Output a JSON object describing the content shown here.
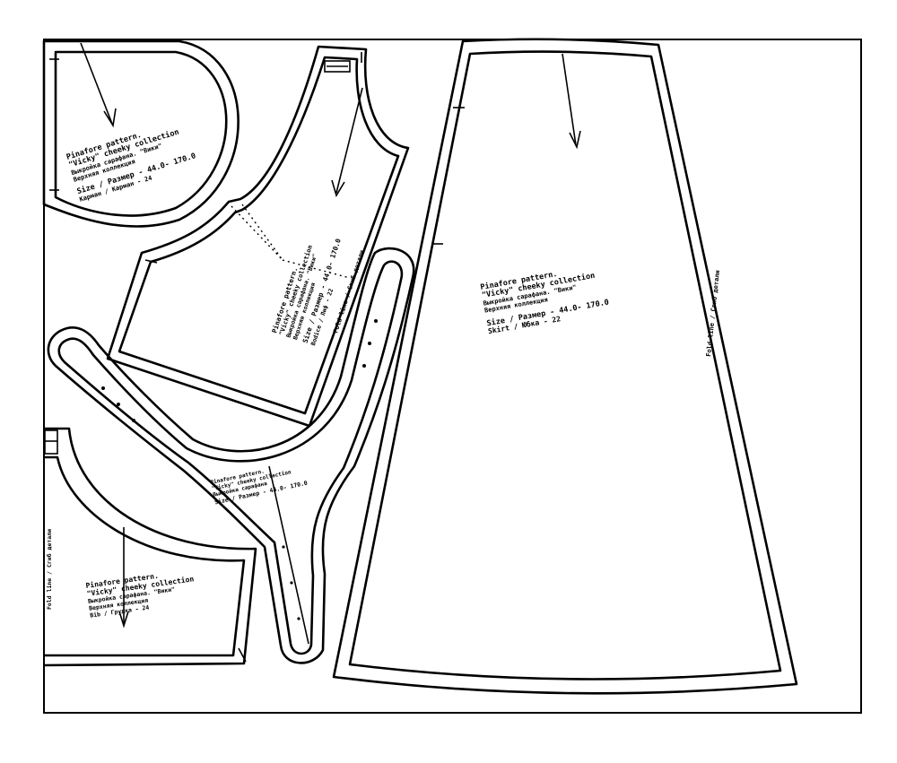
{
  "colors": {
    "line": "#000000",
    "paper": "#ffffff"
  },
  "pieces": {
    "pocket": {
      "lines": [
        "Pinafore pattern.",
        "\"Vicky\" cheeky collection",
        "Выкройка сарафана. \"Вики\"",
        "Верхняя коллекция",
        "Size / Размер - 44.0- 170.0",
        "Карман / Карман - 24"
      ]
    },
    "bodice": {
      "lines": [
        "Pinafore pattern.",
        "\"Vicky\" cheeky collection",
        "Выкройка сарафана. \"Вики\"",
        "Верхняя коллекция",
        "Size / Размер - 44.0- 170.0",
        "Bodice / Лиф - 22"
      ],
      "fold_label": "Fold line / Сгиб детали"
    },
    "strap": {
      "lines": [
        "Pinafore pattern.",
        "\"Vicky\" cheeky collection",
        "Выкройка сарафана",
        "Size / Размер - 44.0- 170.0"
      ]
    },
    "skirt": {
      "lines": [
        "Pinafore pattern.",
        "\"Vicky\" cheeky collection",
        "Выкройка сарафана. \"Вики\"",
        "Верхняя коллекция",
        "Size / Размер - 44.0- 170.0",
        "Skirt / Юбка - 22"
      ],
      "fold_label": "Fold line / Сгиб детали"
    },
    "front_bib": {
      "lines": [
        "Pinafore pattern.",
        "\"Vicky\" cheeky collection",
        "Выкройка сарафана. \"Вики\"",
        "Верхняя коллекция",
        "Bib / Грудка - 24"
      ],
      "fold_label": "Fold line / Сгиб детали"
    }
  }
}
